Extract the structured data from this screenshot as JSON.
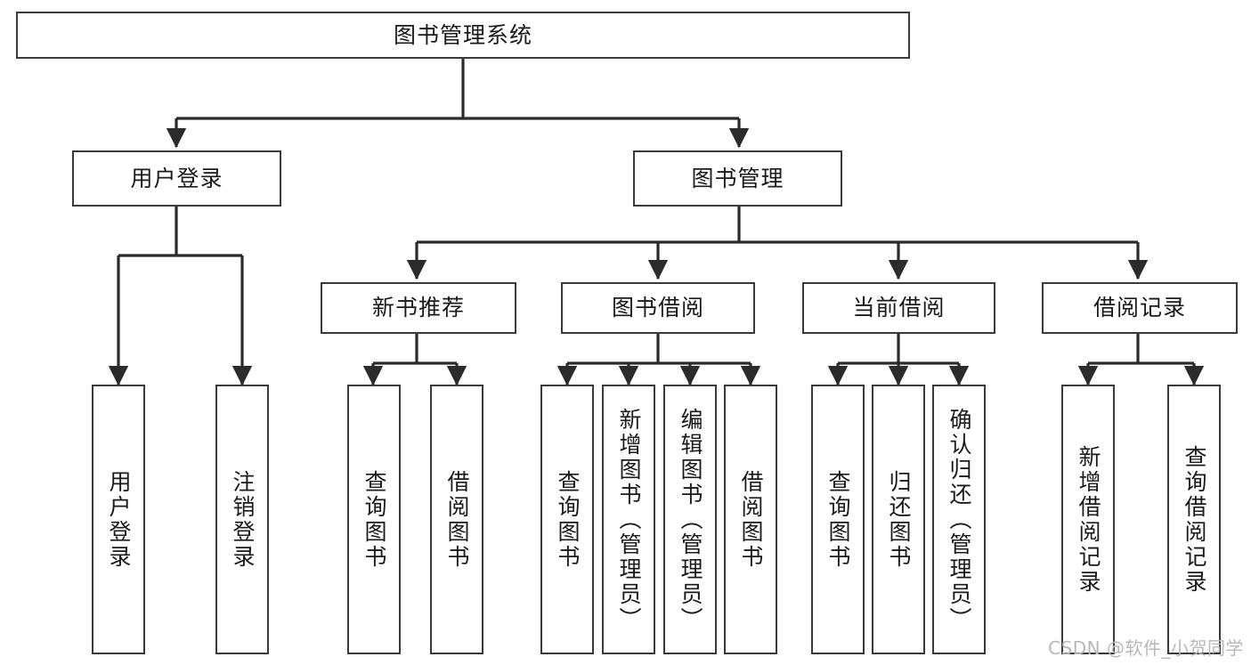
{
  "diagram": {
    "title": "图书管理系统",
    "type": "tree",
    "colors": {
      "stroke": "#3a3a3a",
      "fill": "#ffffff",
      "text": "#1a1a1a",
      "watermark": "#b8b8b8"
    },
    "root": {
      "label": "图书管理系统"
    },
    "level2": [
      {
        "label": "用户登录"
      },
      {
        "label": "图书管理"
      }
    ],
    "level3": [
      {
        "label": "新书推荐"
      },
      {
        "label": "图书借阅"
      },
      {
        "label": "当前借阅"
      },
      {
        "label": "借阅记录"
      }
    ],
    "leaves": {
      "user_login": [
        {
          "label": "用户登录"
        },
        {
          "label": "注销登录"
        }
      ],
      "new_book_recommend": [
        {
          "label": "查询图书"
        },
        {
          "label": "借阅图书"
        }
      ],
      "book_borrow": [
        {
          "label": "查询图书"
        },
        {
          "label": "新增图书（管理员）"
        },
        {
          "label": "编辑图书（管理员）"
        },
        {
          "label": "借阅图书"
        }
      ],
      "current_borrow": [
        {
          "label": "查询图书"
        },
        {
          "label": "归还图书"
        },
        {
          "label": "确认归还（管理员）"
        }
      ],
      "borrow_record": [
        {
          "label": "新增借阅记录"
        },
        {
          "label": "查询借阅记录"
        }
      ]
    }
  },
  "watermark": {
    "text": "CSDN @软件_小贺同学"
  }
}
